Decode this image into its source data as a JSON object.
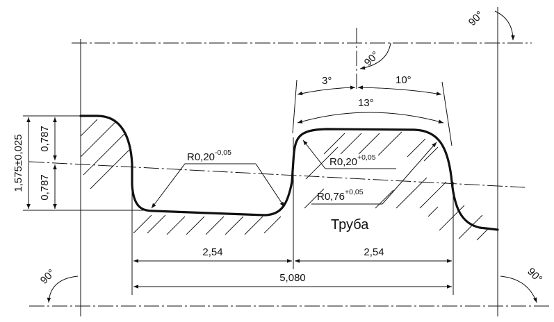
{
  "drawing": {
    "label": "Труба",
    "dims": {
      "height_total": "1,575±0,025",
      "height_upper": "0,787",
      "height_lower": "0,787",
      "radius_left_value": "R0,20",
      "radius_left_tol": "-0,05",
      "radius_small_value": "R0,20",
      "radius_small_tol": "+0,05",
      "radius_large_value": "R0,76",
      "radius_large_tol": "+0,05",
      "width_left": "2,54",
      "width_right": "2,54",
      "width_total": "5,080",
      "angle_left": "3°",
      "angle_right": "10°",
      "angle_total": "13°",
      "angle_90_top_right": "90°",
      "angle_90_center": "90°",
      "angle_90_bottom_left": "90°",
      "angle_90_bottom_right": "90°"
    }
  }
}
